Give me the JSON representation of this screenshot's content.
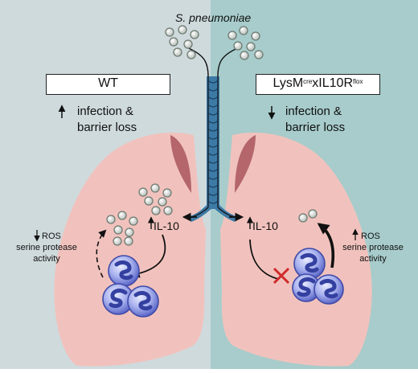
{
  "title": "S. pneumoniae",
  "left": {
    "box_label": "WT",
    "infection_line1": "infection &",
    "infection_line2": "barrier loss",
    "il10": "IL-10",
    "ros": "ROS",
    "protease_line1": "serine protease",
    "protease_line2": "activity"
  },
  "right": {
    "box_label_main1": "LysM",
    "box_label_sup1": "cre",
    "box_label_main2": "xIL10R",
    "box_label_sup2": "flox",
    "infection_line1": "infection &",
    "infection_line2": "barrier loss",
    "il10": "IL-10",
    "ros": "ROS",
    "protease_line1": "serine protease",
    "protease_line2": "activity"
  },
  "colors": {
    "left_bg": "#cfdadd",
    "right_bg": "#a7cccb",
    "lung": "#f1c2bd",
    "lung_dark": "#b4666a",
    "trachea": "#3d7aa6",
    "bacteria": "#d6dbd6",
    "neutrophil": "#7d88df",
    "inhibit_x": "#d02a2a"
  }
}
